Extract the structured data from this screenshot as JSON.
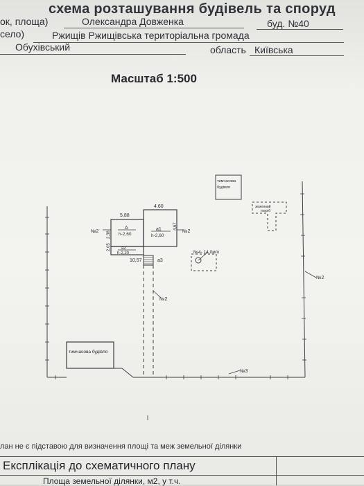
{
  "header": {
    "title": "схема розташування будівель та споруд",
    "street_caption": "ок, площа)",
    "street_value": "Олександра Довженка",
    "building_value": "буд. №40",
    "village_caption": "село)",
    "village_value": "Ржищів   Ржищівська  територіальна громада",
    "district_value": "Обухівський",
    "oblast_caption": "область",
    "oblast_value": "Київська"
  },
  "scale": "Масштаб 1:500",
  "plan": {
    "building_A_dim_top": "5,88",
    "building_A_label": "А",
    "building_A_height": "h-2,60",
    "building_a1_dim_top": "4,60",
    "building_a1_label": "а1",
    "building_a1_height": "h-2,60",
    "building_a2_label": "а2",
    "building_a2_height": "h-2,20",
    "dim_left_1": "2,05",
    "dim_left_2": "2,38",
    "dim_right": "4,67",
    "dim_bottom": "10,57",
    "porch_label": "а3",
    "fence_left_label": "№2",
    "fence_mid_label": "№2",
    "fence_inner_label": "№2",
    "fence_right_label": "№2",
    "fence_bottom_label": "№3",
    "well_label": "№4- 14,0м/п",
    "temp_building_top": "тимчасова будівля",
    "cellar_label": "земляний погріб",
    "temp_building_bottom": "тимчасова будівля"
  },
  "footer": {
    "note": "лан не є підставою для визначення площі та меж земельної ділянки",
    "explication_title": "Експлікація до схематичного плану",
    "area_row": "Площа земельної ділянки, м2, у т.ч."
  }
}
